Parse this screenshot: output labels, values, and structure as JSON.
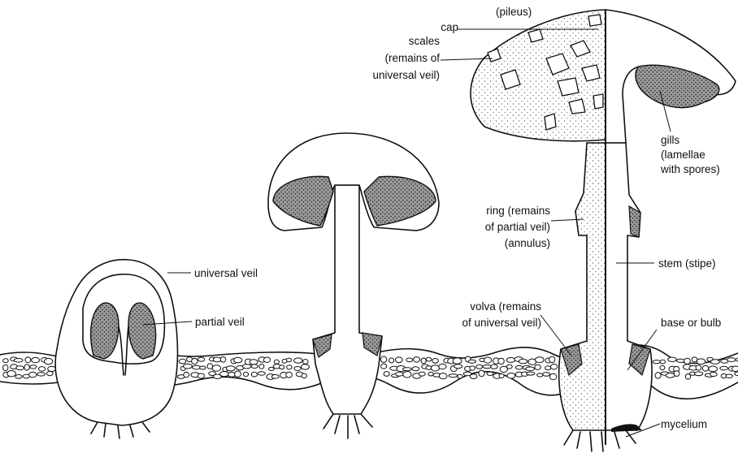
{
  "labels": {
    "pileus": "(pileus)",
    "cap": "cap",
    "scales_1": "scales",
    "scales_2": "(remains of",
    "scales_3": "universal veil)",
    "gills_1": "gills",
    "gills_2": "(lamellae",
    "gills_3": "with spores)",
    "ring_1": "ring (remains",
    "ring_2": "of partial veil)",
    "ring_3": "(annulus)",
    "universal_veil": "universal veil",
    "partial_veil": "partial veil",
    "stem": "stem (stipe)",
    "volva_1": "volva (remains",
    "volva_2": "of universal veil)",
    "base": "base or bulb",
    "mycelium": "mycelium"
  },
  "colors": {
    "ink": "#111111",
    "paper": "#ffffff",
    "gill_shade": "#6f6f6f"
  }
}
